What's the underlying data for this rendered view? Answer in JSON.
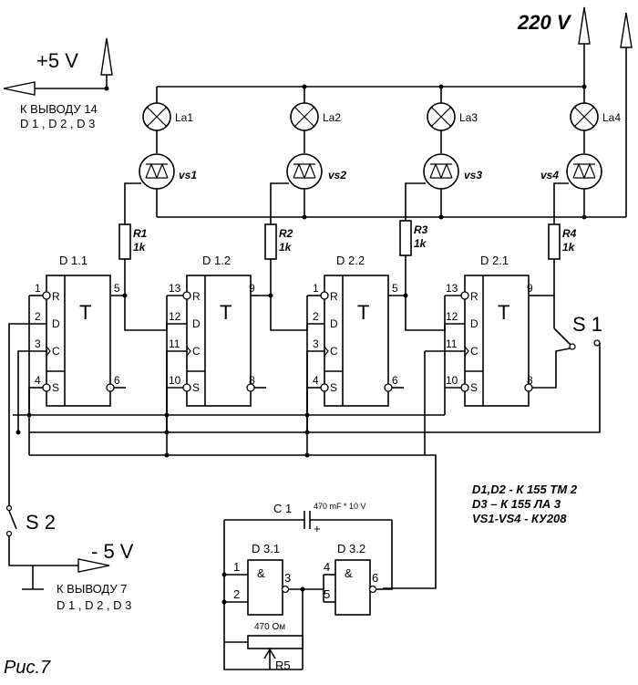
{
  "figure": {
    "caption": "Рис.7",
    "power": {
      "v220": "220 V",
      "v5plus": "+5 V",
      "v5minus": "- 5 V",
      "to_pin14": "К ВЫВОДУ 14",
      "to_pin14_chips": "D 1 , D 2 , D 3",
      "to_pin7": "К ВЫВОДУ 7",
      "to_pin7_chips": "D 1 , D 2 , D 3"
    },
    "lamps": [
      "La1",
      "La2",
      "La3",
      "La4"
    ],
    "thyristors": [
      "vs1",
      "vs2",
      "vs3",
      "vs4"
    ],
    "resistors": [
      {
        "name": "R1",
        "value": "1k"
      },
      {
        "name": "R2",
        "value": "1k"
      },
      {
        "name": "R3",
        "value": "1k"
      },
      {
        "name": "R4",
        "value": "1k"
      }
    ],
    "flipflops": [
      {
        "name": "D 1.1",
        "symbol": "T",
        "pins": {
          "r": "1",
          "d": "2",
          "c": "3",
          "s": "4",
          "q": "5",
          "nq": "6"
        }
      },
      {
        "name": "D 1.2",
        "symbol": "T",
        "pins": {
          "r": "13",
          "d": "12",
          "c": "11",
          "s": "10",
          "q": "9",
          "nq": "8"
        }
      },
      {
        "name": "D 2.2",
        "symbol": "T",
        "pins": {
          "r": "1",
          "d": "2",
          "c": "3",
          "s": "4",
          "q": "5",
          "nq": "6"
        }
      },
      {
        "name": "D 2.1",
        "symbol": "T",
        "pins": {
          "r": "13",
          "d": "12",
          "c": "11",
          "s": "10",
          "q": "9",
          "nq": "8"
        }
      }
    ],
    "pin_letters": {
      "r": "R",
      "d": "D",
      "c": "C",
      "s": "S"
    },
    "switches": {
      "s1": "S 1",
      "s2": "S 2"
    },
    "capacitor": {
      "name": "C 1",
      "value": "470 mF * 10 V",
      "polarity": "+"
    },
    "gates": [
      {
        "name": "D 3.1",
        "symbol": "&",
        "in1": "1",
        "in2": "2",
        "out": "3"
      },
      {
        "name": "D 3.2",
        "symbol": "&",
        "in1": "4",
        "in2": "5",
        "out": "6"
      }
    ],
    "pot": {
      "name": "R5",
      "value": "470 Ом"
    },
    "notes": [
      "D1,D2 - К 155 ТМ 2",
      "D3  –  К 155 ЛА 3",
      "VS1-VS4  -  КУ208"
    ]
  }
}
